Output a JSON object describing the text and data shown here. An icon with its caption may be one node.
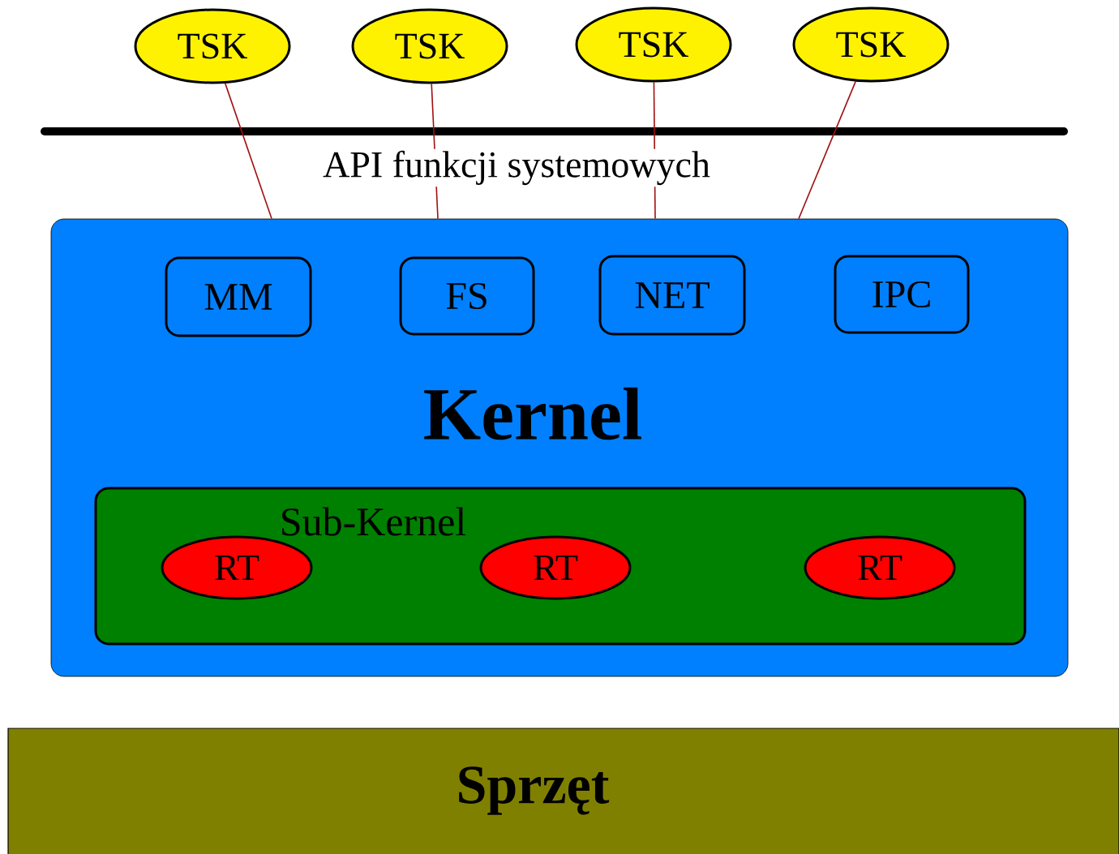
{
  "diagram": {
    "nodes": [
      {
        "text": [
          "TSK"
        ]
      },
      {
        "text": [
          "TSK"
        ]
      },
      {
        "text": [
          "TSK"
        ]
      },
      {
        "text": [
          "TSK"
        ]
      },
      {
        "text": [
          "Kernel"
        ]
      },
      {
        "text": [
          "MM"
        ],
        "in": 4
      },
      {
        "text": [
          "FS"
        ],
        "in": 4
      },
      {
        "text": [
          "NET"
        ],
        "in": 4
      },
      {
        "text": [
          "IPC"
        ],
        "in": 4
      },
      {
        "text": [
          "Sub-Kernel"
        ],
        "in": 4
      },
      {
        "text": [
          "RT"
        ],
        "in": 9
      },
      {
        "text": [
          "RT"
        ],
        "in": 9
      },
      {
        "text": [
          "RT"
        ],
        "in": 9
      },
      {
        "text": [
          "Sprzęt"
        ]
      }
    ],
    "edges": [
      {
        "from": 0,
        "to": 4,
        "arrow": "none"
      },
      {
        "from": 1,
        "to": 4,
        "arrow": "none"
      },
      {
        "from": 2,
        "to": 4,
        "arrow": "none"
      },
      {
        "from": 3,
        "to": 4,
        "arrow": "none"
      }
    ],
    "labels": [
      "API funkcji systemowych"
    ]
  }
}
